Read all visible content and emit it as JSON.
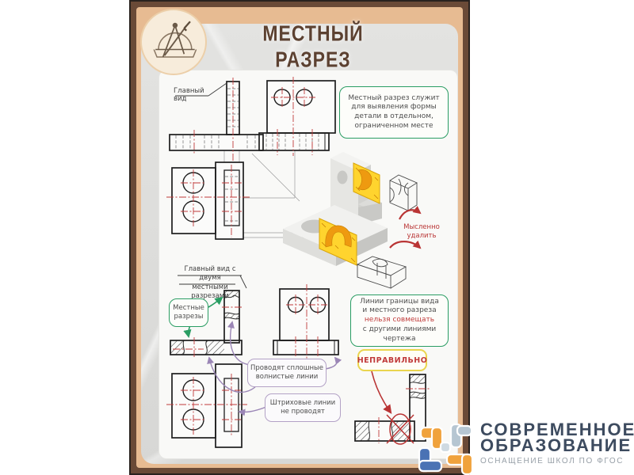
{
  "poster": {
    "title": "МЕСТНЫЙ РАЗРЕЗ"
  },
  "labels": {
    "main_view": "Главный вид",
    "main_view_two_line1": "Главный вид с двумя",
    "main_view_two_line2": "местными разрезами",
    "mentally_remove_line1": "Мысленно",
    "mentally_remove_line2": "удалить"
  },
  "callouts": {
    "definition_line1": "Местный разрез служит",
    "definition_line2": "для выявления формы",
    "definition_line3": "детали в отдельном,",
    "definition_line4": "ограниченном месте",
    "local_sections_line1": "Местные",
    "local_sections_line2": "разрезы",
    "wavy_line1": "Проводят сплошные",
    "wavy_line2": "волнистые линии",
    "dashed_line1": "Штриховые линии",
    "dashed_line2": "не проводят",
    "boundary_line1": "Линии границы вида",
    "boundary_line2": "и местного разреза",
    "boundary_line3": "нельзя совмещать",
    "boundary_line4": "с другими линиями",
    "boundary_line5": "чертежа",
    "wrong": "НЕПРАВИЛЬНО"
  },
  "logo": {
    "name_line1": "СОВРЕМЕННОЕ",
    "name_line2": "ОБРАЗОВАНИЕ",
    "tagline": "ОСНАЩЕНИЕ ШКОЛ ПО ФГОС"
  },
  "icons": {
    "emblem": "protractor-compass",
    "logo_mark": "puzzle-pieces"
  },
  "colors": {
    "frame_brown": "#6a4a37",
    "frame_tan": "#e7bb92",
    "panel_gray": "#dbdbd9",
    "accent_green": "#2a9d63",
    "accent_red": "#b93434",
    "accent_purple": "#9b86b6",
    "accent_yellow": "#ead54e",
    "title_brown": "#5c4131",
    "centerline_red": "#c03a3a",
    "cut_yellow": "#ffd42e",
    "cut_orange": "#ee9a10",
    "logo_orange": "#f0a23c",
    "logo_blue": "#4a72b4",
    "logo_slate": "#b6c6d2",
    "logo_text": "#3d4b5f"
  }
}
